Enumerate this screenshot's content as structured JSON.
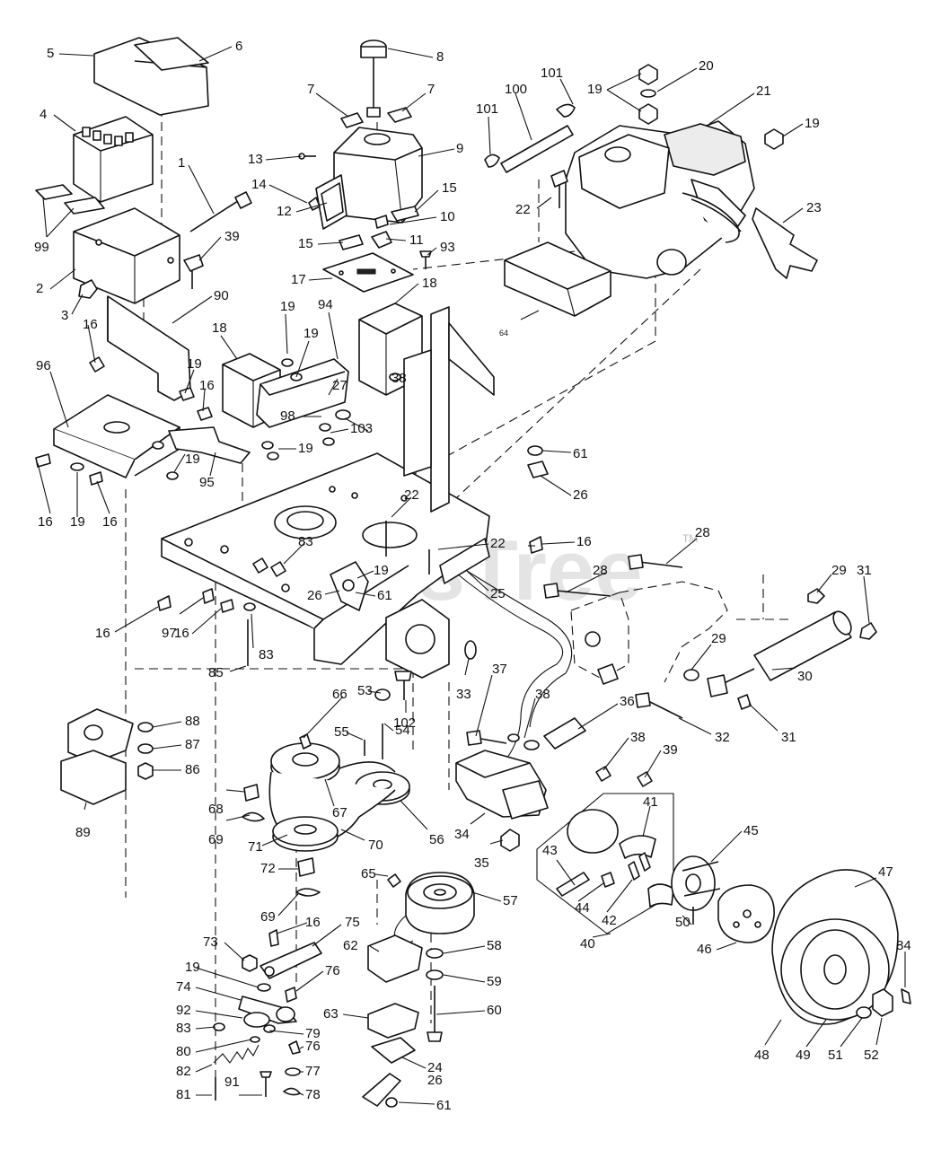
{
  "watermark": {
    "text": "PartsTree",
    "tm": "TM"
  },
  "callouts": [
    {
      "n": "5"
    },
    {
      "n": "6"
    },
    {
      "n": "8"
    },
    {
      "n": "7"
    },
    {
      "n": "7"
    },
    {
      "n": "101"
    },
    {
      "n": "100"
    },
    {
      "n": "19"
    },
    {
      "n": "20"
    },
    {
      "n": "21"
    },
    {
      "n": "4"
    },
    {
      "n": "101"
    },
    {
      "n": "9"
    },
    {
      "n": "19"
    },
    {
      "n": "13"
    },
    {
      "n": "1"
    },
    {
      "n": "14"
    },
    {
      "n": "15"
    },
    {
      "n": "22"
    },
    {
      "n": "23"
    },
    {
      "n": "99"
    },
    {
      "n": "12"
    },
    {
      "n": "10"
    },
    {
      "n": "39"
    },
    {
      "n": "15"
    },
    {
      "n": "11"
    },
    {
      "n": "93"
    },
    {
      "n": "2"
    },
    {
      "n": "17"
    },
    {
      "n": "18"
    },
    {
      "n": "3"
    },
    {
      "n": "90"
    },
    {
      "n": "19"
    },
    {
      "n": "94"
    },
    {
      "n": "64"
    },
    {
      "n": "16"
    },
    {
      "n": "18"
    },
    {
      "n": "19"
    },
    {
      "n": "96"
    },
    {
      "n": "19"
    },
    {
      "n": "16"
    },
    {
      "n": "38"
    },
    {
      "n": "27"
    },
    {
      "n": "98"
    },
    {
      "n": "103"
    },
    {
      "n": "19"
    },
    {
      "n": "61"
    },
    {
      "n": "19"
    },
    {
      "n": "95"
    },
    {
      "n": "26"
    },
    {
      "n": "16"
    },
    {
      "n": "19"
    },
    {
      "n": "16"
    },
    {
      "n": "22"
    },
    {
      "n": "22"
    },
    {
      "n": "16"
    },
    {
      "n": "28"
    },
    {
      "n": "83"
    },
    {
      "n": "29"
    },
    {
      "n": "31"
    },
    {
      "n": "19"
    },
    {
      "n": "28"
    },
    {
      "n": "26"
    },
    {
      "n": "61"
    },
    {
      "n": "25"
    },
    {
      "n": "16"
    },
    {
      "n": "97"
    },
    {
      "n": "16"
    },
    {
      "n": "83"
    },
    {
      "n": "85"
    },
    {
      "n": "29"
    },
    {
      "n": "30"
    },
    {
      "n": "33"
    },
    {
      "n": "37"
    },
    {
      "n": "38"
    },
    {
      "n": "31"
    },
    {
      "n": "66"
    },
    {
      "n": "53"
    },
    {
      "n": "102"
    },
    {
      "n": "36"
    },
    {
      "n": "32"
    },
    {
      "n": "88"
    },
    {
      "n": "55"
    },
    {
      "n": "54"
    },
    {
      "n": "38"
    },
    {
      "n": "39"
    },
    {
      "n": "87"
    },
    {
      "n": "86"
    },
    {
      "n": "68"
    },
    {
      "n": "67"
    },
    {
      "n": "41"
    },
    {
      "n": "89"
    },
    {
      "n": "69"
    },
    {
      "n": "56"
    },
    {
      "n": "34"
    },
    {
      "n": "45"
    },
    {
      "n": "71"
    },
    {
      "n": "70"
    },
    {
      "n": "35"
    },
    {
      "n": "43"
    },
    {
      "n": "47"
    },
    {
      "n": "65"
    },
    {
      "n": "44"
    },
    {
      "n": "72"
    },
    {
      "n": "57"
    },
    {
      "n": "42"
    },
    {
      "n": "69"
    },
    {
      "n": "16"
    },
    {
      "n": "75"
    },
    {
      "n": "50"
    },
    {
      "n": "73"
    },
    {
      "n": "62"
    },
    {
      "n": "58"
    },
    {
      "n": "40"
    },
    {
      "n": "46"
    },
    {
      "n": "84"
    },
    {
      "n": "19"
    },
    {
      "n": "76"
    },
    {
      "n": "74"
    },
    {
      "n": "59"
    },
    {
      "n": "92"
    },
    {
      "n": "63"
    },
    {
      "n": "60"
    },
    {
      "n": "83"
    },
    {
      "n": "79"
    },
    {
      "n": "80"
    },
    {
      "n": "76"
    },
    {
      "n": "48"
    },
    {
      "n": "49"
    },
    {
      "n": "51"
    },
    {
      "n": "52"
    },
    {
      "n": "82"
    },
    {
      "n": "77"
    },
    {
      "n": "24"
    },
    {
      "n": "81"
    },
    {
      "n": "91"
    },
    {
      "n": "78"
    },
    {
      "n": "26"
    },
    {
      "n": "61"
    }
  ]
}
